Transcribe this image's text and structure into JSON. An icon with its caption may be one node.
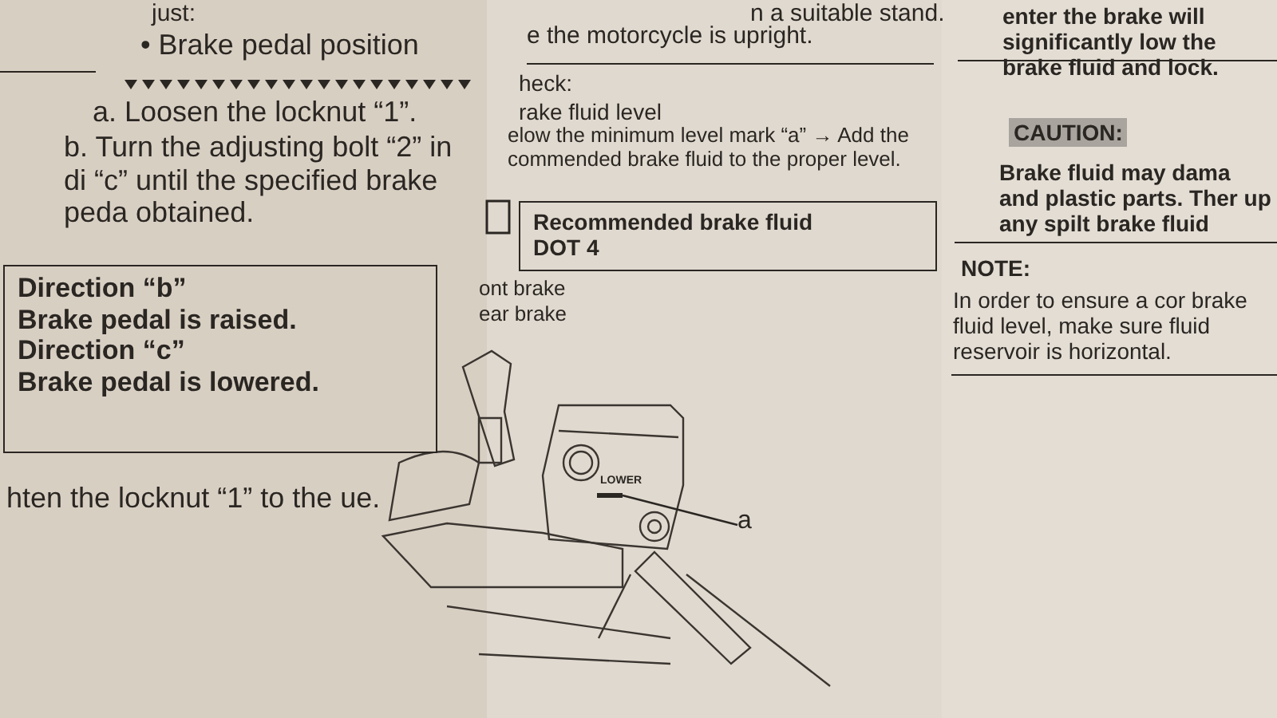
{
  "diagram": {
    "nodes": [
      {
        "text": [
          "Direction “b”",
          "Brake pedal is raised.",
          "Direction “c”",
          "Brake pedal is lowered."
        ]
      },
      {
        "text": [
          "Recommended brake fluid",
          "DOT 4"
        ]
      },
      {
        "text": [],
        "shape": "bar"
      },
      {
        "text": [
          "a"
        ]
      }
    ],
    "edges": [
      {
        "from": 3,
        "to": 2,
        "arrow": "none"
      }
    ],
    "labels": [
      "just:",
      "• Brake pedal position",
      "a. Loosen the locknut “1”.",
      "b. Turn the adjusting bolt “2” in di “c” until the specified brake peda obtained.",
      "hten the locknut “1” to the ue.",
      "n a suitable stand.",
      "e the motorcycle is upright.",
      "heck:",
      "rake fluid level",
      "elow the minimum level mark “a” → Add the commended brake fluid to the proper level.",
      "ont brake",
      "ear brake",
      "LOWER",
      "enter the brake will significantly low the brake fluid and lock.",
      "CAUTION:",
      "Brake fluid may dama and plastic parts. Ther up any spilt brake fluid",
      "NOTE:",
      "In order to ensure a cor brake fluid level, make sure fluid reservoir is horizontal."
    ]
  }
}
